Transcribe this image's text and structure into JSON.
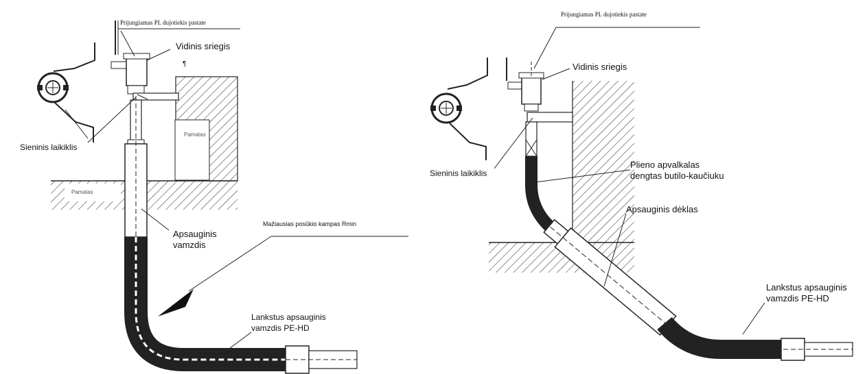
{
  "left_diagram": {
    "connected_pipe": "Prijungiamas PL dujotiekis pastate",
    "internal_thread": "Vidinis sriegis",
    "mark": "¶",
    "wall_bracket": "Sieninis laikiklis",
    "foundation_wall": "Pamatas",
    "foundation_ground": "Pamatas",
    "protective_pipe_line1": "Apsauginis",
    "protective_pipe_line2": "vamzdis",
    "min_bend": "Mažiausias posūkio kampas Rmin",
    "flexible_line1": "Lankstus apsauginis",
    "flexible_line2": "vamzdis PE-HD"
  },
  "right_diagram": {
    "connected_pipe": "Prijungiamas PL dujotiekis pastate",
    "internal_thread": "Vidinis sriegis",
    "wall_bracket": "Sieninis laikiklis",
    "steel_line1": "Plieno apvalkalas",
    "steel_line2": "dengtas butilo-kaučiuku",
    "sleeve": "Apsauginis dėklas",
    "flexible_line1": "Lankstus apsauginis",
    "flexible_line2": "vamzdis PE-HD"
  },
  "colors": {
    "ink": "#111111",
    "accent": "#8b0000"
  }
}
